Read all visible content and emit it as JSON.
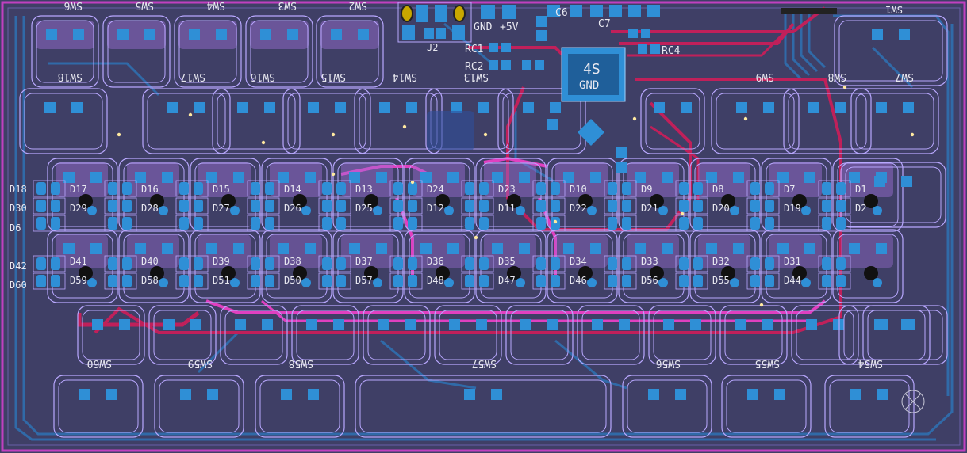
{
  "editor": {
    "view": "PCB layout"
  },
  "colors": {
    "board_bg": "#3f3f66",
    "back_copper": "#2f7fbf",
    "front_copper": "#c0205a",
    "front_copper_highlight": "#e040c0",
    "courtyard": "#b9a8ff",
    "silk": "#e8e8f0",
    "pad": "#2f8fd6",
    "edge_cuts": "#c040c0"
  },
  "top_parts": {
    "j2": "J2",
    "gnd": "GND",
    "p5v": "+5V",
    "c6": "C6",
    "c7": "C7",
    "rc1": "RC1",
    "rc2": "RC2",
    "rc4": "RC4",
    "u1_marking_a": "4S",
    "u1_marking_b": "GND",
    "sw1": "SW1"
  },
  "row1_switches": [
    "SW6",
    "SW5",
    "SW4",
    "SW3",
    "SW2"
  ],
  "row2_switches": [
    "SW18",
    "SW17",
    "SW16",
    "SW15",
    "SW14",
    "SW13",
    "SW9",
    "SW8",
    "SW7"
  ],
  "left_diodes": [
    {
      "label": "D18"
    },
    {
      "label": "D30"
    },
    {
      "label": "D6"
    },
    {
      "label": "D42"
    },
    {
      "label": "D60"
    }
  ],
  "row_a_diodes": [
    {
      "top": "D17",
      "bottom": "D29"
    },
    {
      "top": "D16",
      "bottom": "D28"
    },
    {
      "top": "D15",
      "bottom": "D27"
    },
    {
      "top": "D14",
      "bottom": "D26"
    },
    {
      "top": "D13",
      "bottom": "D25"
    },
    {
      "top": "D24",
      "bottom": "D12"
    },
    {
      "top": "D23",
      "bottom": "D11"
    },
    {
      "top": "D10",
      "bottom": "D22"
    },
    {
      "top": "D9",
      "bottom": "D21"
    },
    {
      "top": "D8",
      "bottom": "D20"
    },
    {
      "top": "D7",
      "bottom": "D19"
    },
    {
      "top": "D1",
      "bottom": "D2"
    }
  ],
  "row_b_diodes": [
    {
      "top": "D41",
      "bottom": "D59"
    },
    {
      "top": "D40",
      "bottom": "D58"
    },
    {
      "top": "D39",
      "bottom": "D51"
    },
    {
      "top": "D38",
      "bottom": "D50"
    },
    {
      "top": "D37",
      "bottom": "D57"
    },
    {
      "top": "D36",
      "bottom": "D48"
    },
    {
      "top": "D35",
      "bottom": "D47"
    },
    {
      "top": "D34",
      "bottom": "D46"
    },
    {
      "top": "D33",
      "bottom": "D56"
    },
    {
      "top": "D32",
      "bottom": "D55"
    },
    {
      "top": "D31",
      "bottom": "D44"
    },
    {
      "top": "",
      "bottom": ""
    }
  ],
  "bottom_switches": [
    "SW60",
    "SW59",
    "SW58",
    "SW57",
    "SW56",
    "SW55",
    "SW54"
  ]
}
